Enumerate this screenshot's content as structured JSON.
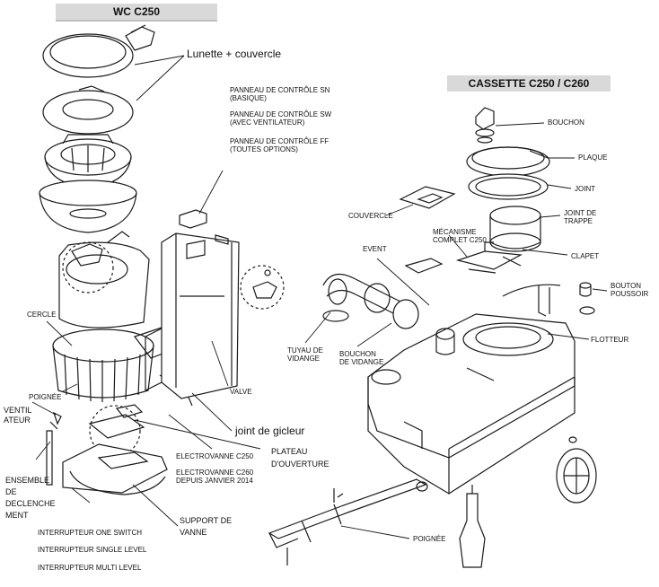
{
  "headers": {
    "wc": "WC C250",
    "cassette": "CASSETTE C250 / C260"
  },
  "labels": {
    "lunette": "Lunette + couvercle",
    "panneau_sn_1": "PANNEAU DE CONTRÔLE SN",
    "panneau_sn_2": "(BASIQUE)",
    "panneau_sw_1": "PANNEAU DE CONTRÔLE SW",
    "panneau_sw_2": "(AVEC VENTILATEUR)",
    "panneau_ff_1": "PANNEAU DE CONTRÔLE FF",
    "panneau_ff_2": "(TOUTES OPTIONS)",
    "cercle": "CERCLE",
    "poignee_left": "POIGNÉE",
    "ventil_1": "VENTIL",
    "ventil_2": "ATEUR",
    "ensemble_1": "ENSEMBLE",
    "ensemble_2": "DE",
    "ensemble_3": "DECLENCHE",
    "ensemble_4": "MENT",
    "valve": "VALVE",
    "joint_gicleur": "joint de gicleur",
    "plateau_1": "PLATEAU",
    "plateau_2": "D'OUVERTURE",
    "electrovanne_c250": "ELECTROVANNE C250",
    "electrovanne_c260_1": "ELECTROVANNE C260",
    "electrovanne_c260_2": "DEPUIS JANVIER 2014",
    "support_1": "SUPPORT DE",
    "support_2": "VANNE",
    "interrupteur_one": "INTERRUPTEUR ONE SWITCH",
    "interrupteur_single": "INTERRUPTEUR SINGLE LEVEL",
    "interrupteur_multi": "INTERRUPTEUR MULTI LEVEL",
    "tuyau_1": "TUYAU DE",
    "tuyau_2": "VIDANGE",
    "bouchon_vidange_1": "BOUCHON",
    "bouchon_vidange_2": "DE VIDANGE",
    "event": "EVENT",
    "couvercle": "COUVERCLE",
    "mecanisme_1": "MÉCANISME",
    "mecanisme_2": "COMPLET C250",
    "bouchon": "BOUCHON",
    "plaque": "PLAQUE",
    "joint": "JOINT",
    "joint_trappe_1": "JOINT DE",
    "joint_trappe_2": "TRAPPE",
    "clapet": "CLAPET",
    "bouton_1": "BOUTON",
    "bouton_2": "POUSSOIR",
    "flotteur": "FLOTTEUR",
    "poignee_right": "POIGNÉE"
  }
}
